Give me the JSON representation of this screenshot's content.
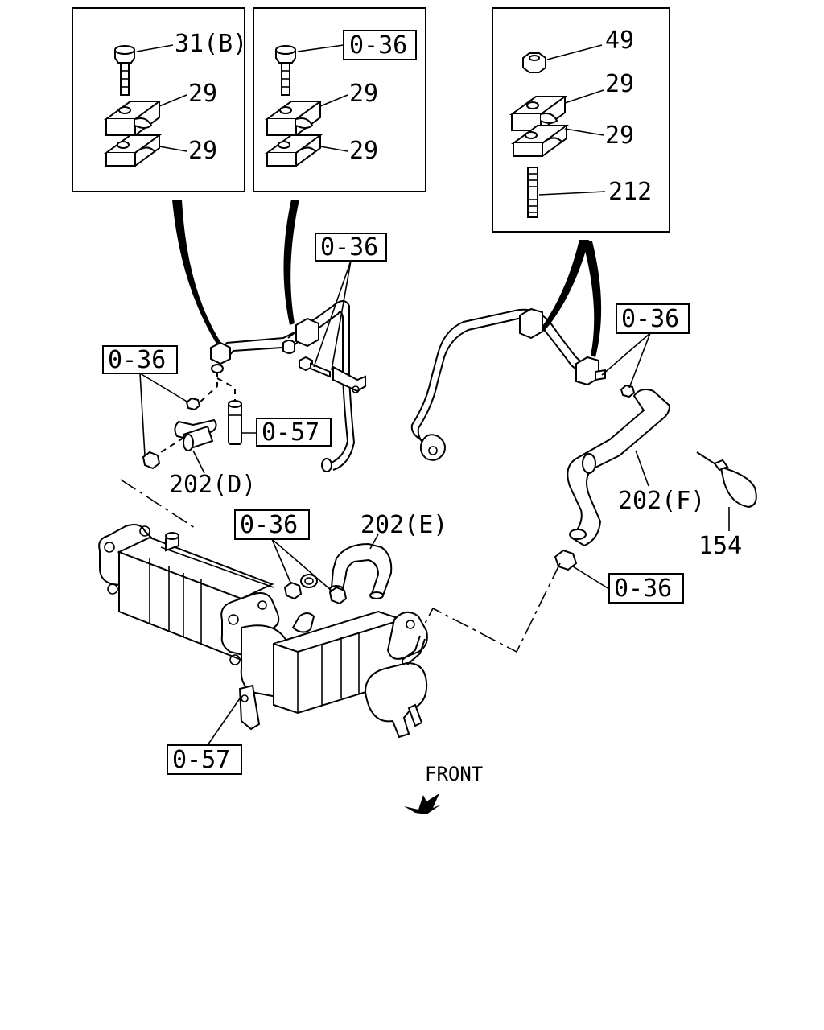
{
  "labels": {
    "inset1": {
      "bolt": "31(B)",
      "clamp_upper": "29",
      "clamp_lower": "29"
    },
    "inset2": {
      "bolt": "0-36",
      "clamp_upper": "29",
      "clamp_lower": "29"
    },
    "inset3": {
      "nut": "49",
      "clamp_upper": "29",
      "clamp_lower": "29",
      "stud": "212"
    },
    "ref_upper_center": "0-36",
    "ref_left_clamps": "0-36",
    "ref_left_sleeve": "0-57",
    "hose_d": "202(D)",
    "ref_right_clamps": "0-36",
    "hose_f": "202(F)",
    "tie": "154",
    "ref_mid_clamps": "0-36",
    "hose_e": "202(E)",
    "ref_right_lower": "0-36",
    "ref_bracket": "0-57",
    "front": "FRONT"
  }
}
